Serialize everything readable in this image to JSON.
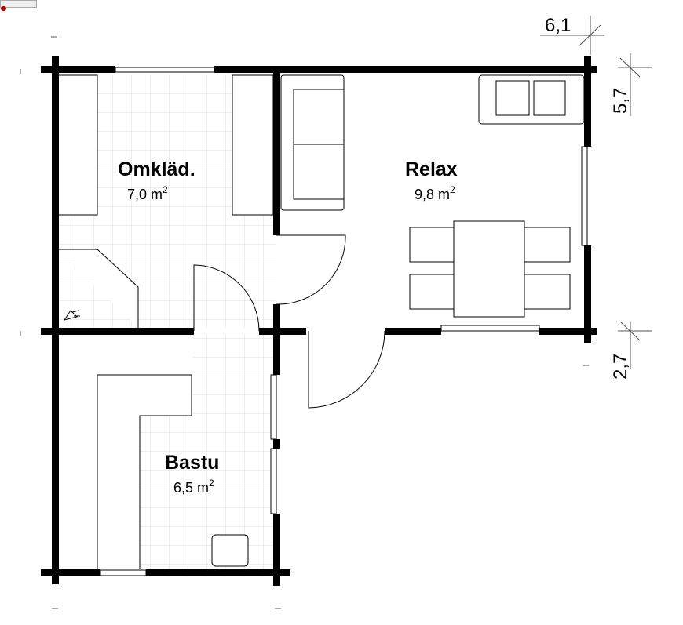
{
  "rooms": [
    {
      "name": "Omkläd.",
      "area": "7,0 m",
      "sup": "2"
    },
    {
      "name": "Relax",
      "area": "9,8 m",
      "sup": "2"
    },
    {
      "name": "Bastu",
      "area": "6,5 m",
      "sup": "2"
    }
  ],
  "dimensions": {
    "width": "6,1",
    "depth_top": "5,7",
    "depth_bottom": "2,7"
  },
  "colors": {
    "wall": "#000000",
    "tile": "#d8d8d8"
  }
}
